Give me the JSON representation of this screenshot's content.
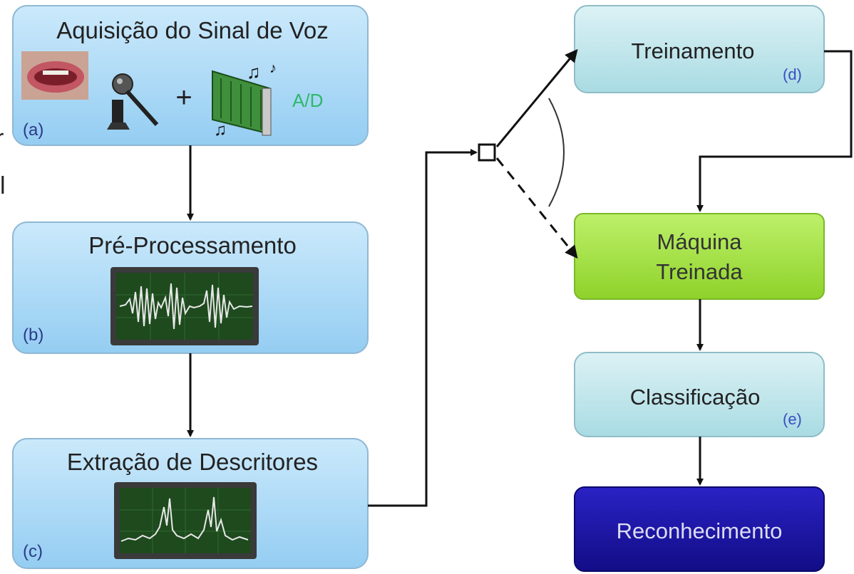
{
  "stray_text": [
    "r",
    "l"
  ],
  "boxes": {
    "aquisicao": {
      "title": "Aquisição do Sinal de Voz",
      "tag": "(a)",
      "ad_label": "A/D"
    },
    "pre": {
      "title": "Pré-Processamento",
      "tag": "(b)"
    },
    "extracao": {
      "title": "Extração de Descritores",
      "tag": "(c)"
    },
    "treinamento": {
      "title": "Treinamento",
      "tag": "(d)"
    },
    "maquina": {
      "line1": "Máquina",
      "line2": "Treinada"
    },
    "classificacao": {
      "title": "Classificação",
      "tag": "(e)"
    },
    "reconhecimento": {
      "title": "Reconhecimento"
    }
  },
  "symbols": {
    "plus": "+"
  },
  "icons": [
    "mouth-photo",
    "microphone-icon",
    "sound-card-icon",
    "music-notes-icon",
    "waveform-screen",
    "spectrum-screen"
  ],
  "colors": {
    "light_blue": "#a9d8f5",
    "light_cyan": "#bfe7ec",
    "green": "#a5e03c",
    "dark_blue": "#1a14a6",
    "ad_green": "#2fb86a",
    "tag_blue": "#3a4fc0"
  }
}
